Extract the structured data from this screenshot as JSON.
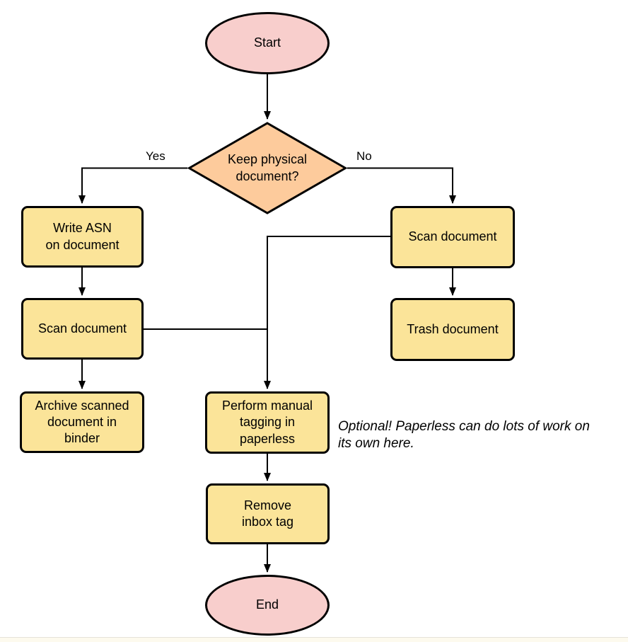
{
  "colors": {
    "terminal": "#f8cecc",
    "decision": "#fdcb9c",
    "process": "#fbe499",
    "stroke": "#000000",
    "bottom_strip": "#fdfaee"
  },
  "nodes": {
    "start": {
      "label": "Start",
      "type": "terminal"
    },
    "decision": {
      "label": "Keep physical\ndocument?",
      "type": "decision"
    },
    "write_asn": {
      "label": "Write ASN\non document",
      "type": "process"
    },
    "scan_left": {
      "label": "Scan document",
      "type": "process"
    },
    "archive": {
      "label": "Archive scanned\ndocument in\nbinder",
      "type": "process"
    },
    "scan_right": {
      "label": "Scan document",
      "type": "process"
    },
    "trash": {
      "label": "Trash document",
      "type": "process"
    },
    "tagging": {
      "label": "Perform manual\ntagging in\npaperless",
      "type": "process"
    },
    "remove_inbox": {
      "label": "Remove\ninbox tag",
      "type": "process"
    },
    "end": {
      "label": "End",
      "type": "terminal"
    }
  },
  "edge_labels": {
    "yes": "Yes",
    "no": "No"
  },
  "note": {
    "text": "Optional! Paperless can do lots of work on\nits own here."
  }
}
